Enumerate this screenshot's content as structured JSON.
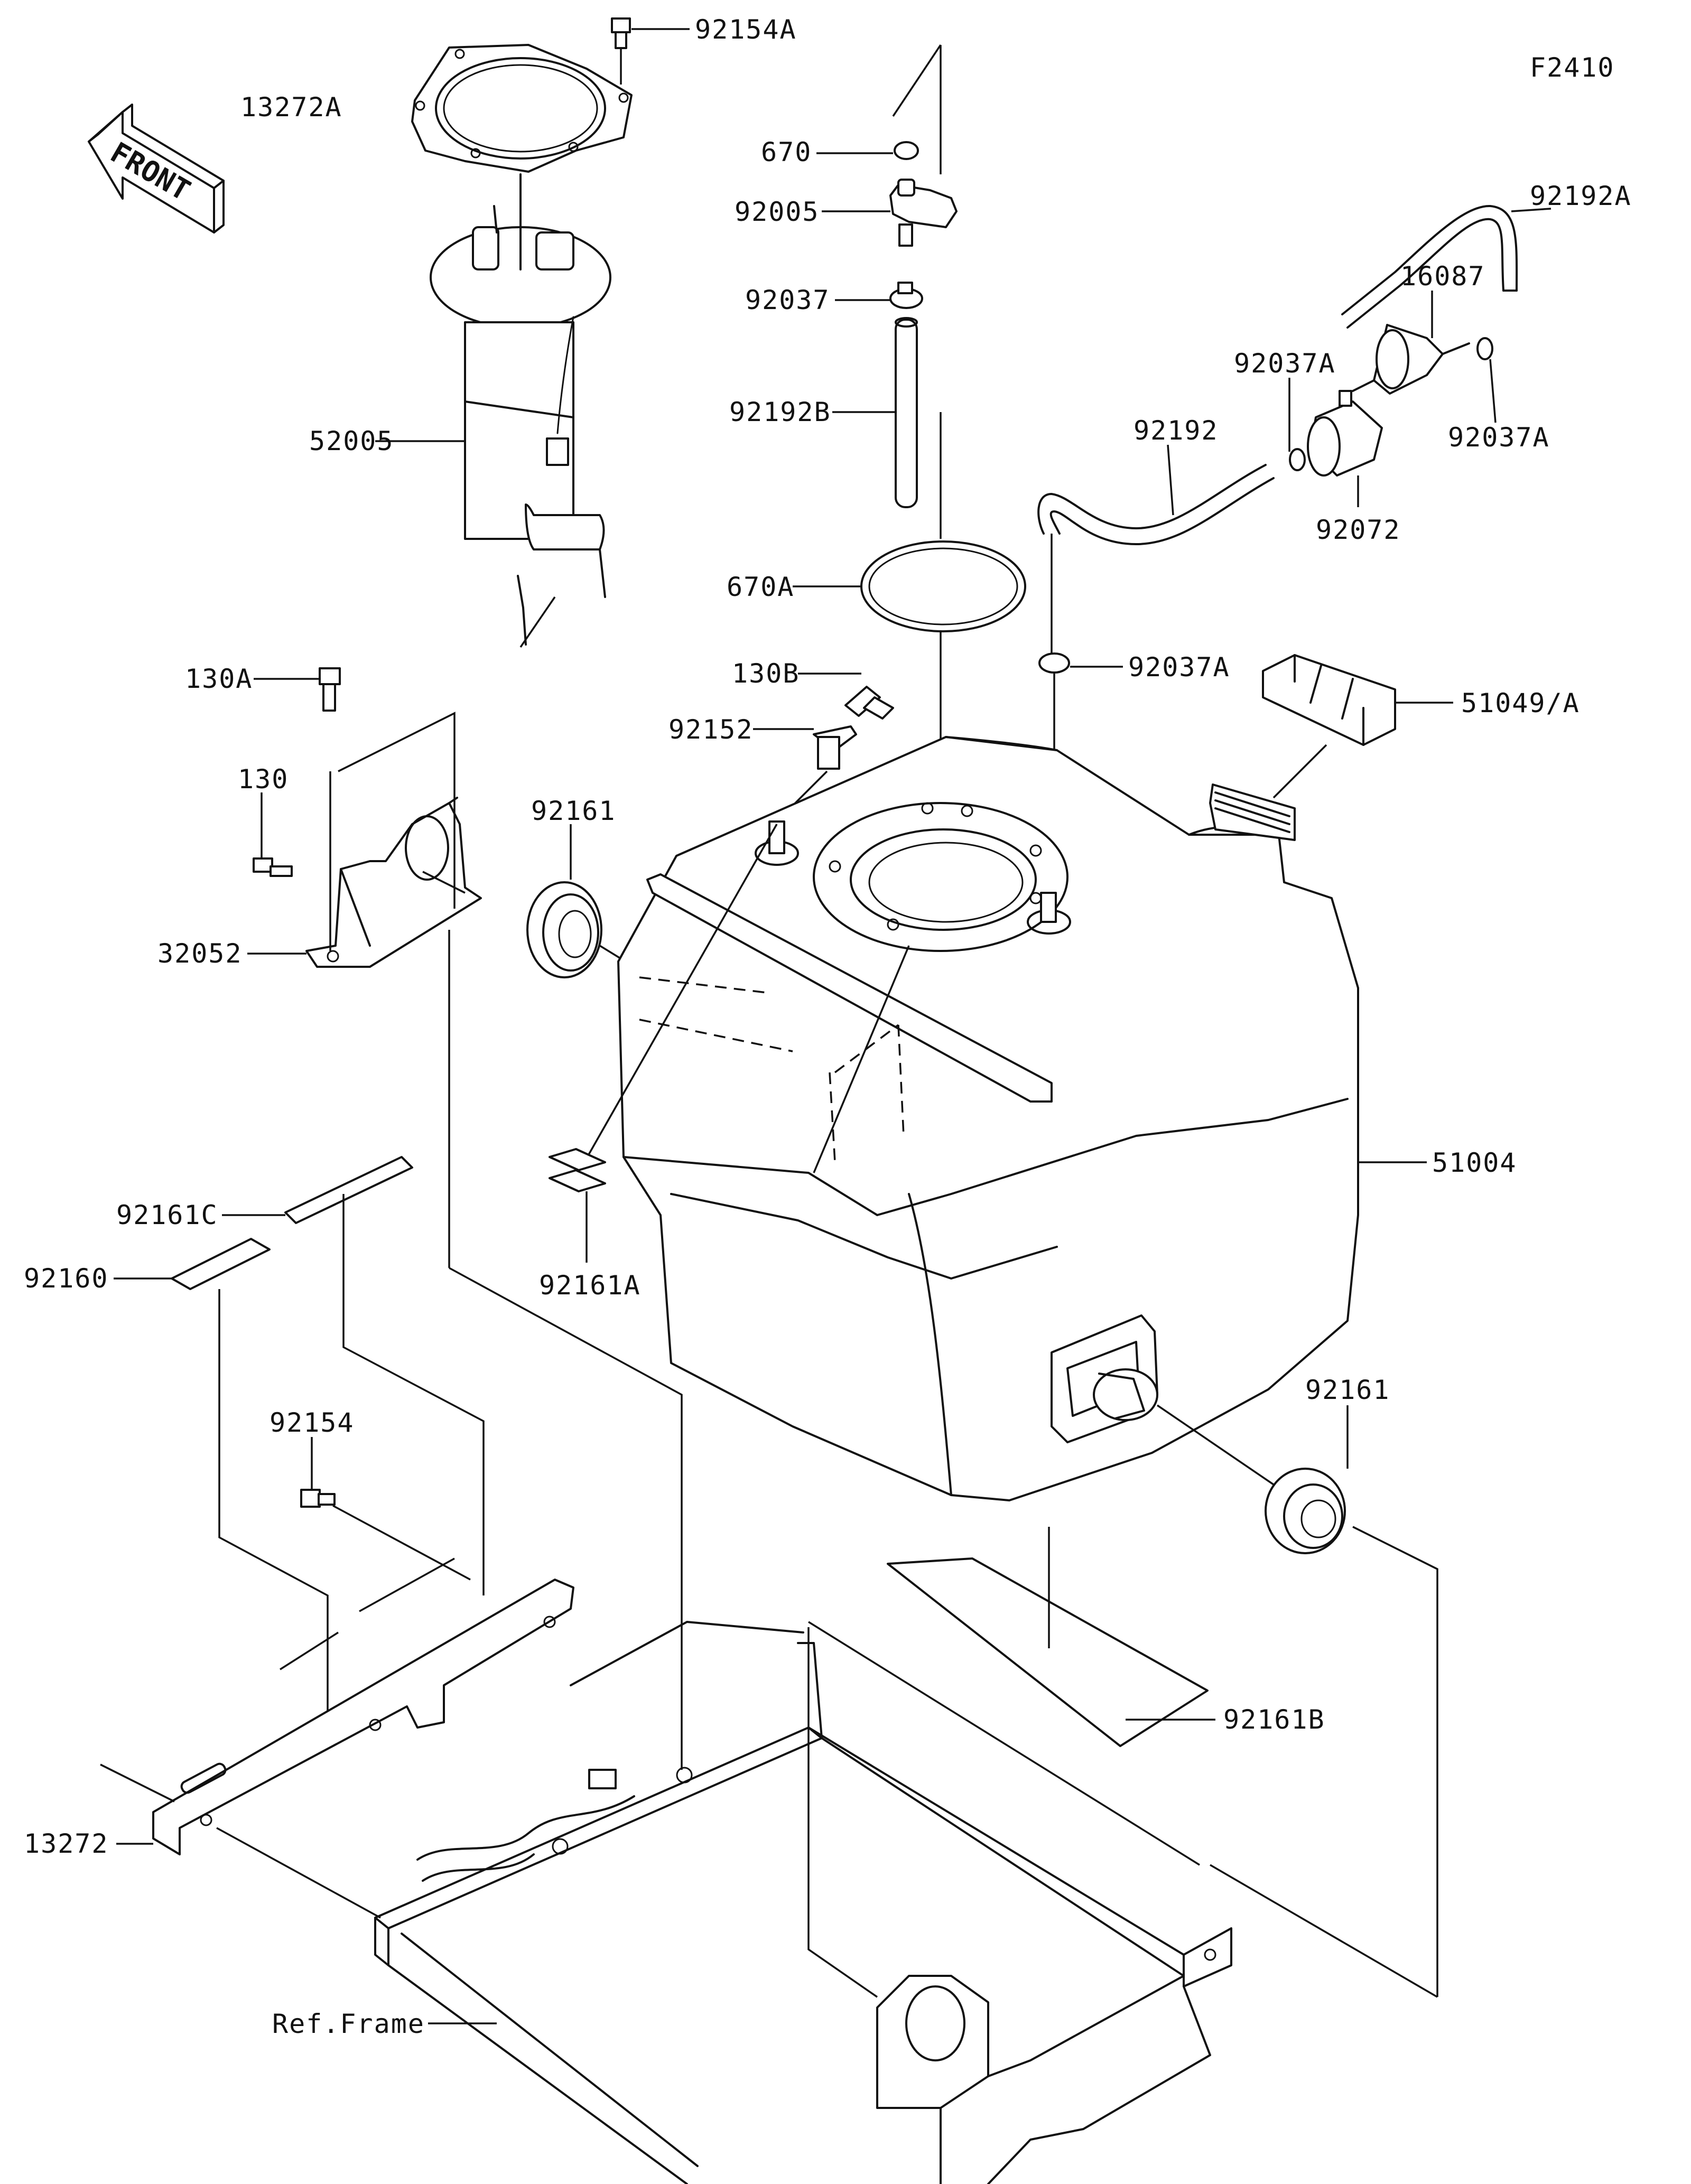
{
  "diagram_code": "F2410",
  "front_arrow_text": "FRONT",
  "parts": {
    "p92154A": "92154A",
    "p13272A": "13272A",
    "p52005": "52005",
    "p670": "670",
    "p92005": "92005",
    "p92037": "92037",
    "p92192B": "92192B",
    "p670A": "670A",
    "p92192A": "92192A",
    "p16087": "16087",
    "p92037A_1": "92037A",
    "p92192": "92192",
    "p92037A_2": "92037A",
    "p92072": "92072",
    "p92037A_3": "92037A",
    "p51049A": "51049/A",
    "p130A": "130A",
    "p130B": "130B",
    "p92152": "92152",
    "p130": "130",
    "p92161_1": "92161",
    "p32052": "32052",
    "p51004": "51004",
    "p92161C": "92161C",
    "p92160": "92160",
    "p92161A": "92161A",
    "p92154": "92154",
    "p92161_2": "92161",
    "p92161B": "92161B",
    "p13272": "13272",
    "ref_frame": "Ref.Frame"
  },
  "colors": {
    "line": "#111111",
    "background": "#ffffff"
  }
}
